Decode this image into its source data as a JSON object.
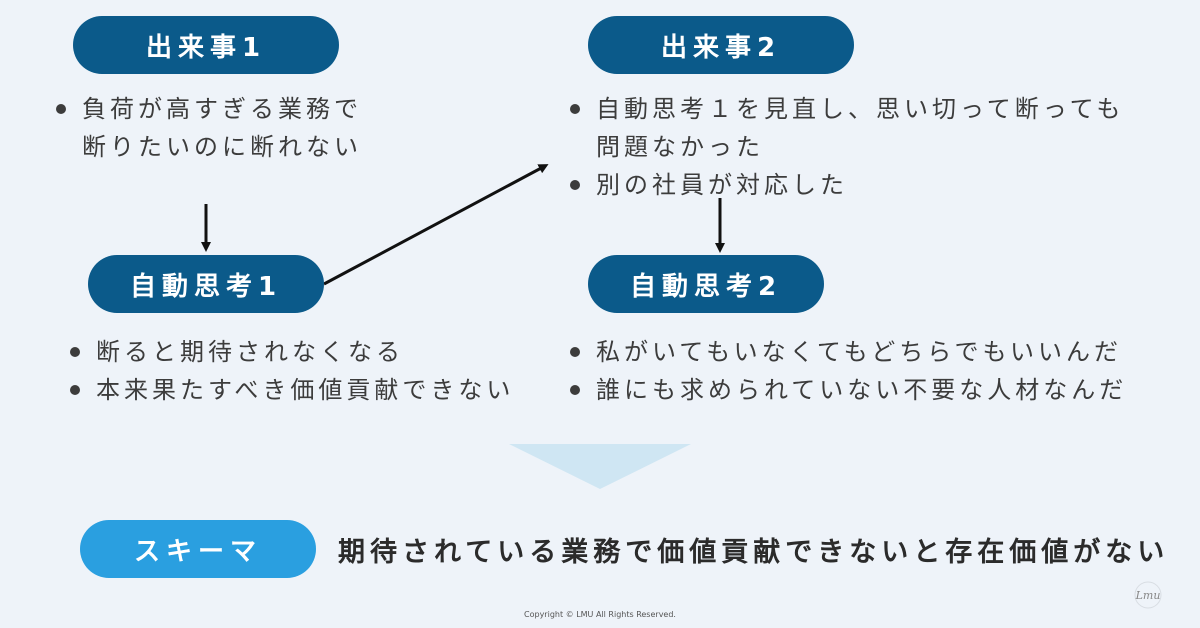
{
  "nodes": {
    "event1": {
      "title": "出来事1",
      "bullets": [
        [
          "負荷が高すぎる業務で",
          "断りたいのに断れない"
        ]
      ]
    },
    "event2": {
      "title": "出来事2",
      "bullets": [
        [
          "自動思考１を見直し、思い切って断っても",
          "問題なかった"
        ],
        [
          "別の社員が対応した"
        ]
      ]
    },
    "thought1": {
      "title": "自動思考1",
      "bullets": [
        [
          "断ると期待されなくなる"
        ],
        [
          "本来果たすべき価値貢献できない"
        ]
      ]
    },
    "thought2": {
      "title": "自動思考2",
      "bullets": [
        [
          "私がいてもいなくてもどちらでもいいんだ"
        ],
        [
          "誰にも求められていない不要な人材なんだ"
        ]
      ]
    }
  },
  "schema": {
    "label": "スキーマ",
    "text": "期待されている業務で価値貢献できないと存在価値がない"
  },
  "footer": {
    "copyright": "Copyright © LMU All Rights Reserved.",
    "logo_text": "Lmu"
  },
  "colors": {
    "dark_pill": "#0b5a8a",
    "light_pill": "#2a9fe0",
    "background": "#eef3f9",
    "chevron": "#cfe6f3"
  }
}
